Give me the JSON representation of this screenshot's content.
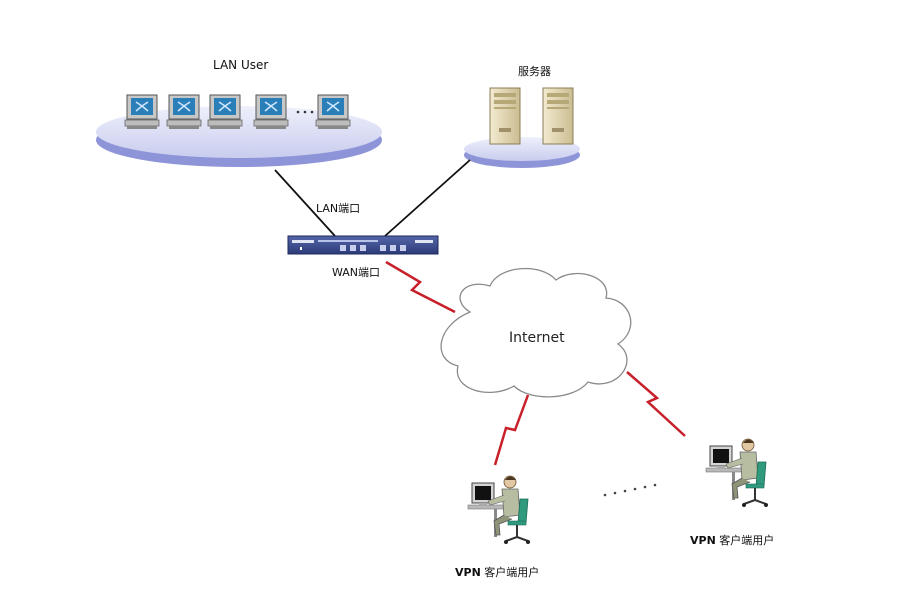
{
  "labels": {
    "lan_user": "LAN User",
    "server": "服务器",
    "lan_port": "LAN端口",
    "wan_port": "WAN端口",
    "internet": "Internet",
    "vpn_client_1_bold": "VPN",
    "vpn_client_1_rest": " 客户端用户",
    "vpn_client_2_bold": "VPN",
    "vpn_client_2_rest": " 客户端用户"
  },
  "colors": {
    "platform_fill": "#d9ddf4",
    "platform_rim": "#8e94d8",
    "link_line": "#111111",
    "wan_link": "#c8202a",
    "router": "#3a4b8f",
    "server_body": "#e8dcb8"
  },
  "icons": [
    "lan-pc-icon",
    "server-tower-icon",
    "router-icon",
    "cloud-icon",
    "vpn-user-icon"
  ]
}
